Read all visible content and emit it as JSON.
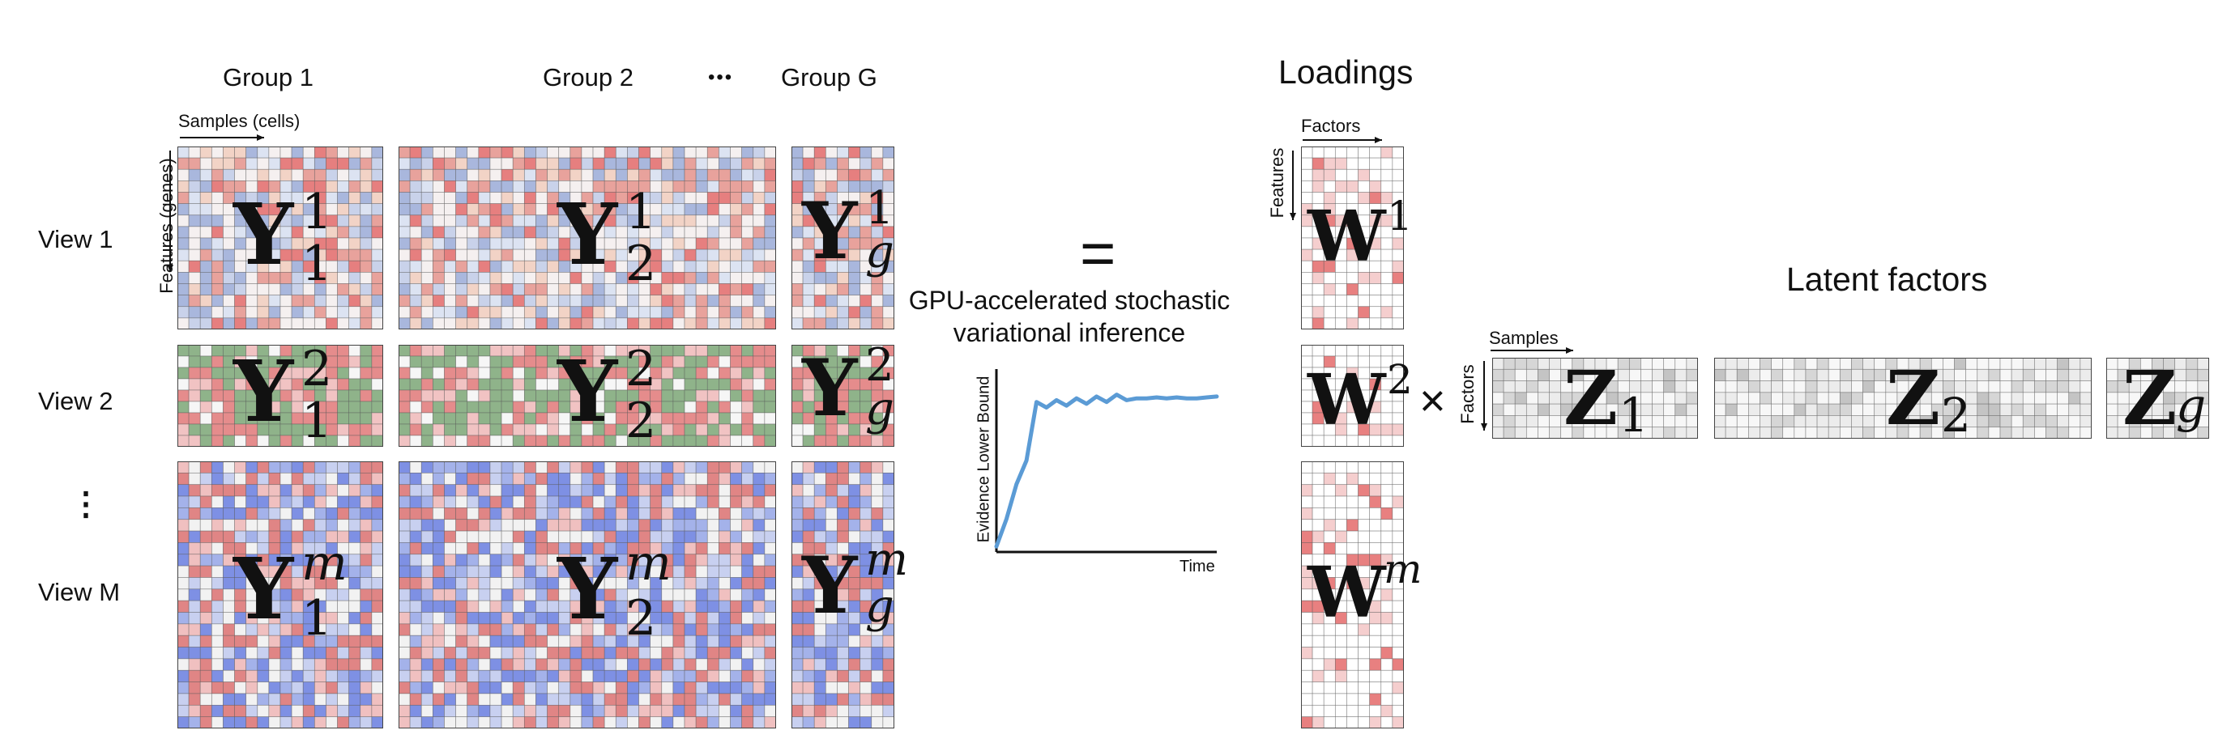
{
  "groups": {
    "group1": "Group 1",
    "group2": "Group 2",
    "ellipsis": "•••",
    "groupG": "Group G"
  },
  "axes": {
    "samples_cells": "Samples (cells)",
    "features_genes": "Features (genes)",
    "factors": "Factors",
    "features": "Features",
    "samples": "Samples"
  },
  "views": {
    "view1": "View 1",
    "view2": "View 2",
    "dots": "⋮",
    "viewM": "View M"
  },
  "matrices": {
    "Y": "Y",
    "W": "W",
    "Z": "Z",
    "sub1": "1",
    "sub2": "2",
    "subg": "g",
    "sup1": "1",
    "sup2": "2",
    "supm": "m"
  },
  "operators": {
    "equals": "=",
    "times": "×"
  },
  "inference": {
    "line1": "GPU-accelerated stochastic",
    "line2": "variational inference"
  },
  "sections": {
    "loadings": "Loadings",
    "latent_factors": "Latent factors"
  },
  "chart_data": {
    "type": "line",
    "ylabel": "Evidence Lower Bound",
    "xlabel": "Time",
    "x": [
      0,
      1,
      2,
      3,
      4,
      5,
      6,
      7,
      8,
      9,
      10,
      11,
      12,
      13,
      14,
      15,
      16,
      17,
      18,
      19,
      20,
      21,
      22
    ],
    "values": [
      0.03,
      0.18,
      0.37,
      0.5,
      0.82,
      0.79,
      0.83,
      0.8,
      0.84,
      0.81,
      0.85,
      0.82,
      0.86,
      0.83,
      0.84,
      0.84,
      0.845,
      0.84,
      0.845,
      0.84,
      0.84,
      0.845,
      0.85
    ],
    "ylim": [
      0,
      1
    ],
    "grid": false,
    "color": "#5b9bd5"
  },
  "colors": {
    "view1": [
      "#e8a29c",
      "#a9b7dd",
      "#f5f0f0",
      "#f2d3c6",
      "#c9d2ea",
      "#e67f7f",
      "#dce3f2"
    ],
    "view2": [
      "#8fb38a",
      "#e58c8c",
      "#f6f6f6",
      "#f1c3c3"
    ],
    "viewM": [
      "#e08585",
      "#7e90e4",
      "#a4b2ea",
      "#f2f2f2",
      "#f0c0c0",
      "#c8d0f0"
    ],
    "loadings": [
      "#ffffff",
      "#f5cece",
      "#e88080"
    ],
    "factors": [
      "#d6d6d6",
      "#c4c4c4",
      "#ececec",
      "#f7f7f7"
    ],
    "gridline": "#555555",
    "axis": "#111111"
  }
}
